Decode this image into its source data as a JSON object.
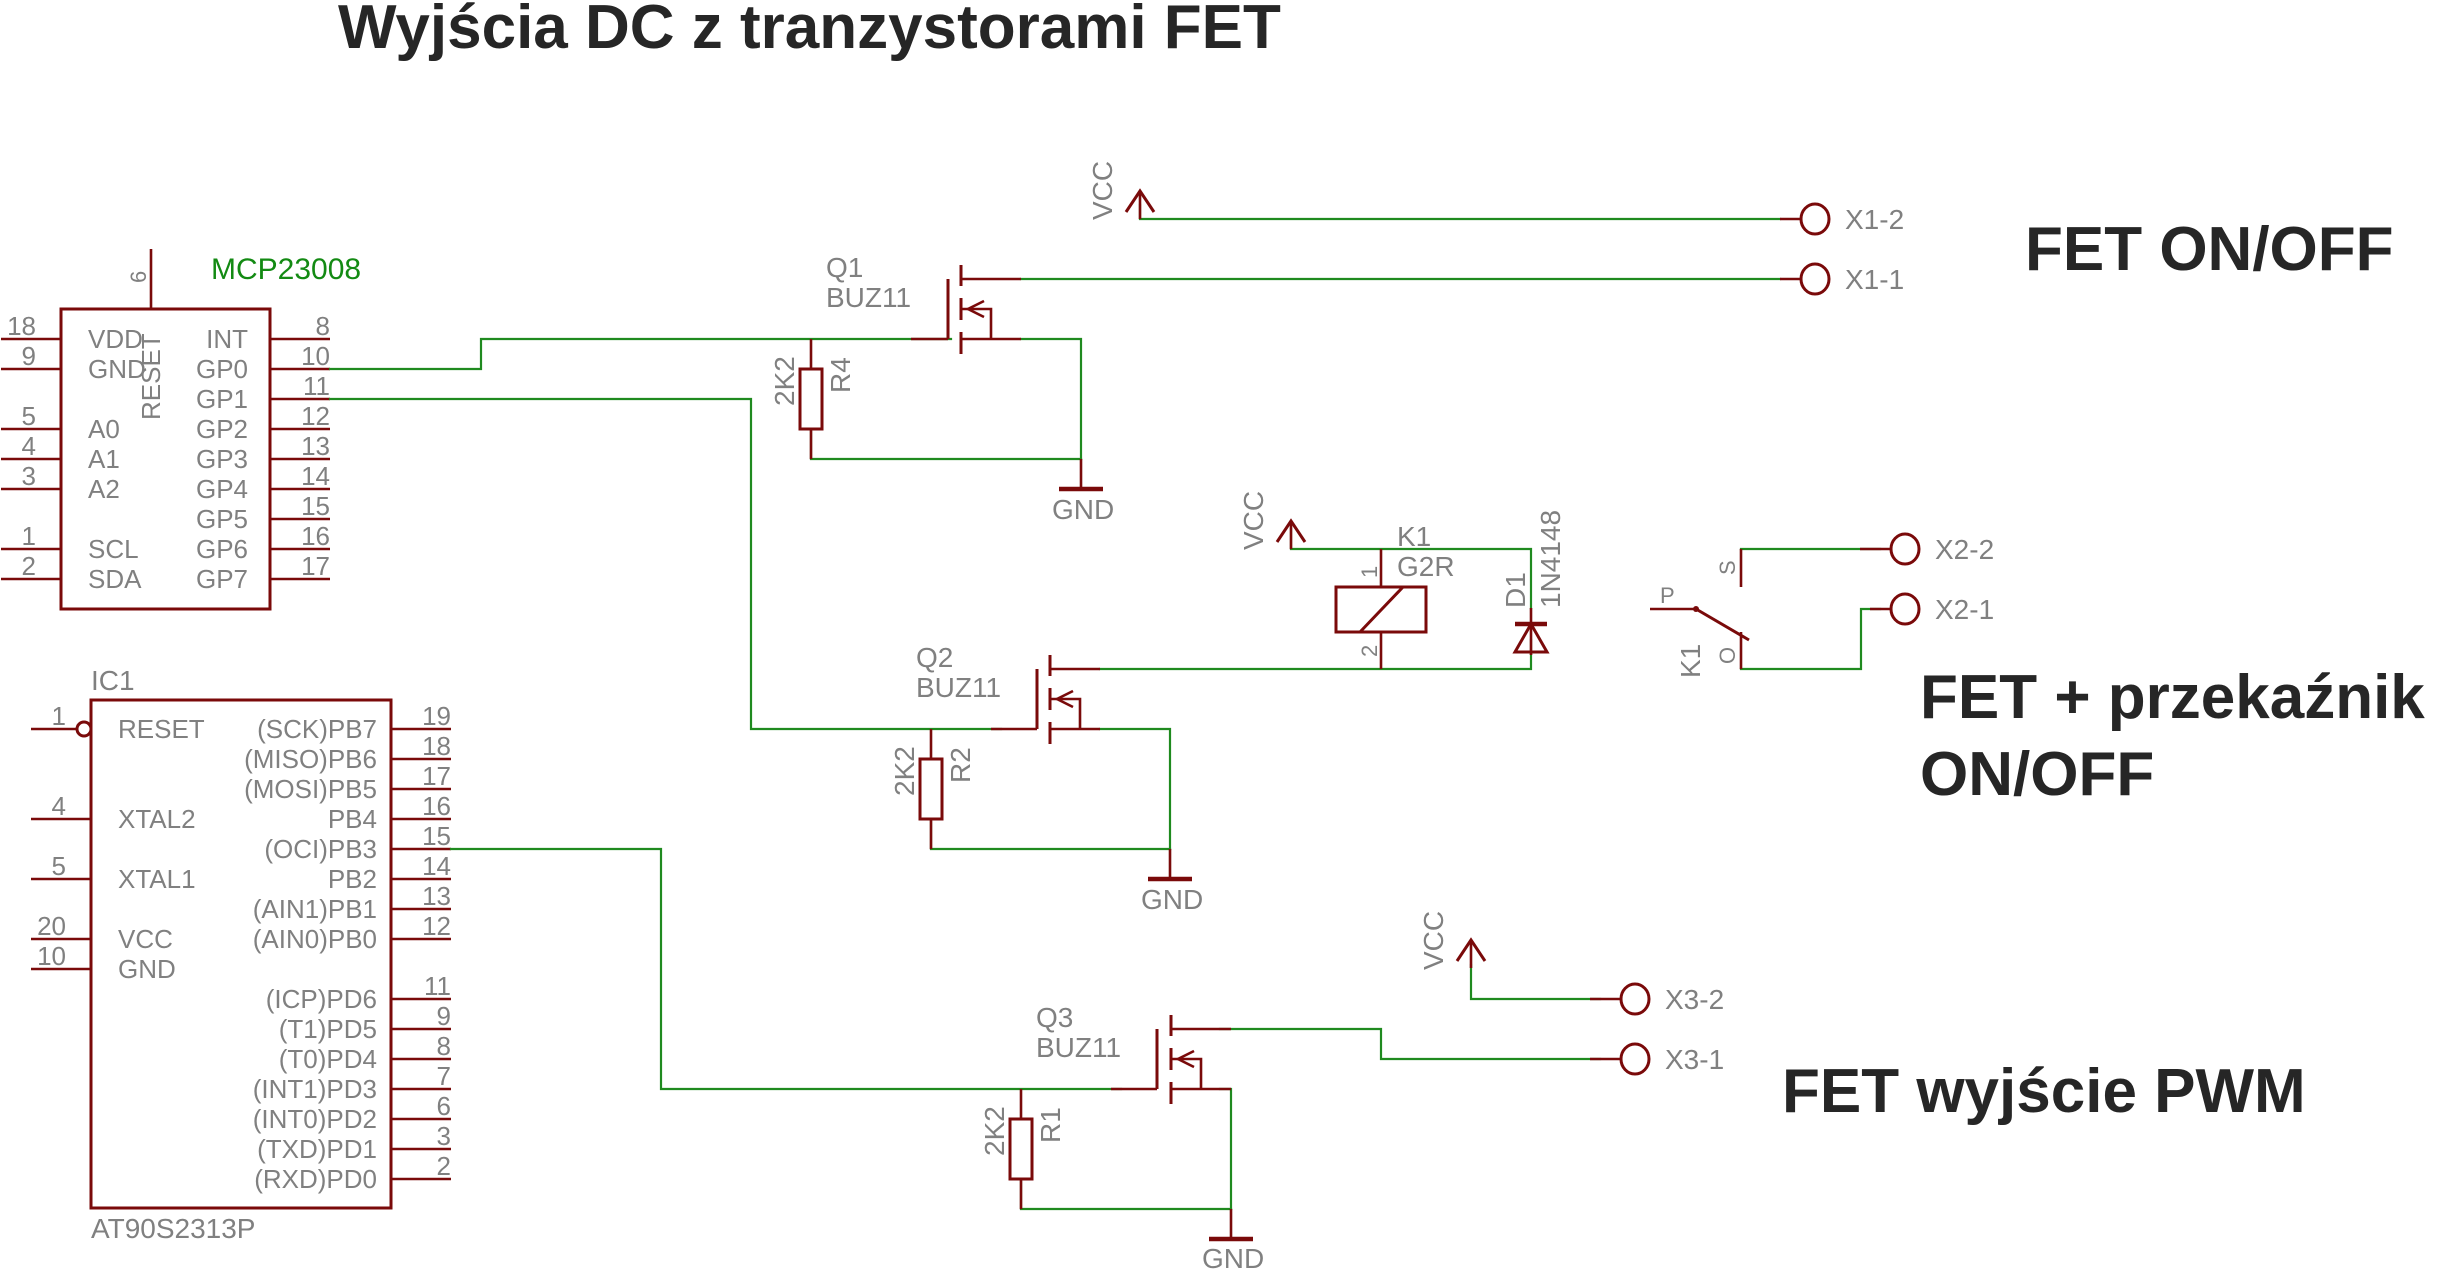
{
  "title": "Wyjścia DC z tranzystorami FET",
  "sections": {
    "fet_onoff": "FET ON/OFF",
    "fet_relay_line1": "FET + przekaźnik",
    "fet_relay_line2": "ON/OFF",
    "fet_pwm": "FET wyjście PWM"
  },
  "colors": {
    "wire": "#1f8a1f",
    "symbol": "#7a0a0a",
    "label": "#808080",
    "part_name": "#138a13",
    "heading": "#262626"
  },
  "mcp23008": {
    "name": "MCP23008",
    "top_pin": {
      "num": "6",
      "name": "RESET"
    },
    "left_pins": [
      {
        "num": "18",
        "name": "VDD"
      },
      {
        "num": "9",
        "name": "GND"
      },
      {
        "num": "5",
        "name": "A0"
      },
      {
        "num": "4",
        "name": "A1"
      },
      {
        "num": "3",
        "name": "A2"
      },
      {
        "num": "1",
        "name": "SCL"
      },
      {
        "num": "2",
        "name": "SDA"
      }
    ],
    "right_pins": [
      {
        "num": "8",
        "name": "INT"
      },
      {
        "num": "10",
        "name": "GP0"
      },
      {
        "num": "11",
        "name": "GP1"
      },
      {
        "num": "12",
        "name": "GP2"
      },
      {
        "num": "13",
        "name": "GP3"
      },
      {
        "num": "14",
        "name": "GP4"
      },
      {
        "num": "15",
        "name": "GP5"
      },
      {
        "num": "16",
        "name": "GP6"
      },
      {
        "num": "17",
        "name": "GP7"
      }
    ]
  },
  "ic1": {
    "ref": "IC1",
    "value": "AT90S2313P",
    "left_pins": [
      {
        "num": "1",
        "name": "RESET",
        "inverted": true
      },
      {
        "num": "4",
        "name": "XTAL2"
      },
      {
        "num": "5",
        "name": "XTAL1"
      },
      {
        "num": "20",
        "name": "VCC"
      },
      {
        "num": "10",
        "name": "GND"
      }
    ],
    "right_pins": [
      {
        "num": "19",
        "name": "(SCK)PB7"
      },
      {
        "num": "18",
        "name": "(MISO)PB6"
      },
      {
        "num": "17",
        "name": "(MOSI)PB5"
      },
      {
        "num": "16",
        "name": "PB4"
      },
      {
        "num": "15",
        "name": "(OCI)PB3"
      },
      {
        "num": "14",
        "name": "PB2"
      },
      {
        "num": "13",
        "name": "(AIN1)PB1"
      },
      {
        "num": "12",
        "name": "(AIN0)PB0"
      },
      {
        "num": "11",
        "name": "(ICP)PD6"
      },
      {
        "num": "9",
        "name": "(T1)PD5"
      },
      {
        "num": "8",
        "name": "(T0)PD4"
      },
      {
        "num": "7",
        "name": "(INT1)PD3"
      },
      {
        "num": "6",
        "name": "(INT0)PD2"
      },
      {
        "num": "3",
        "name": "(TXD)PD1"
      },
      {
        "num": "2",
        "name": "(RXD)PD0"
      }
    ]
  },
  "transistors": [
    {
      "ref": "Q1",
      "value": "BUZ11"
    },
    {
      "ref": "Q2",
      "value": "BUZ11"
    },
    {
      "ref": "Q3",
      "value": "BUZ11"
    }
  ],
  "resistors": [
    {
      "ref": "R4",
      "value": "2K2"
    },
    {
      "ref": "R2",
      "value": "2K2"
    },
    {
      "ref": "R1",
      "value": "2K2"
    }
  ],
  "relay": {
    "ref": "K1",
    "value": "G2R",
    "coil_pin1": "1",
    "coil_pin2": "2",
    "contact_ref": "K1",
    "contact_p": "P",
    "contact_s": "S",
    "contact_o": "O"
  },
  "diode": {
    "ref": "D1",
    "value": "1N4148"
  },
  "power": {
    "vcc": "VCC",
    "gnd": "GND"
  },
  "connectors": {
    "x1_2": "X1-2",
    "x1_1": "X1-1",
    "x2_2": "X2-2",
    "x2_1": "X2-1",
    "x3_2": "X3-2",
    "x3_1": "X3-1"
  }
}
